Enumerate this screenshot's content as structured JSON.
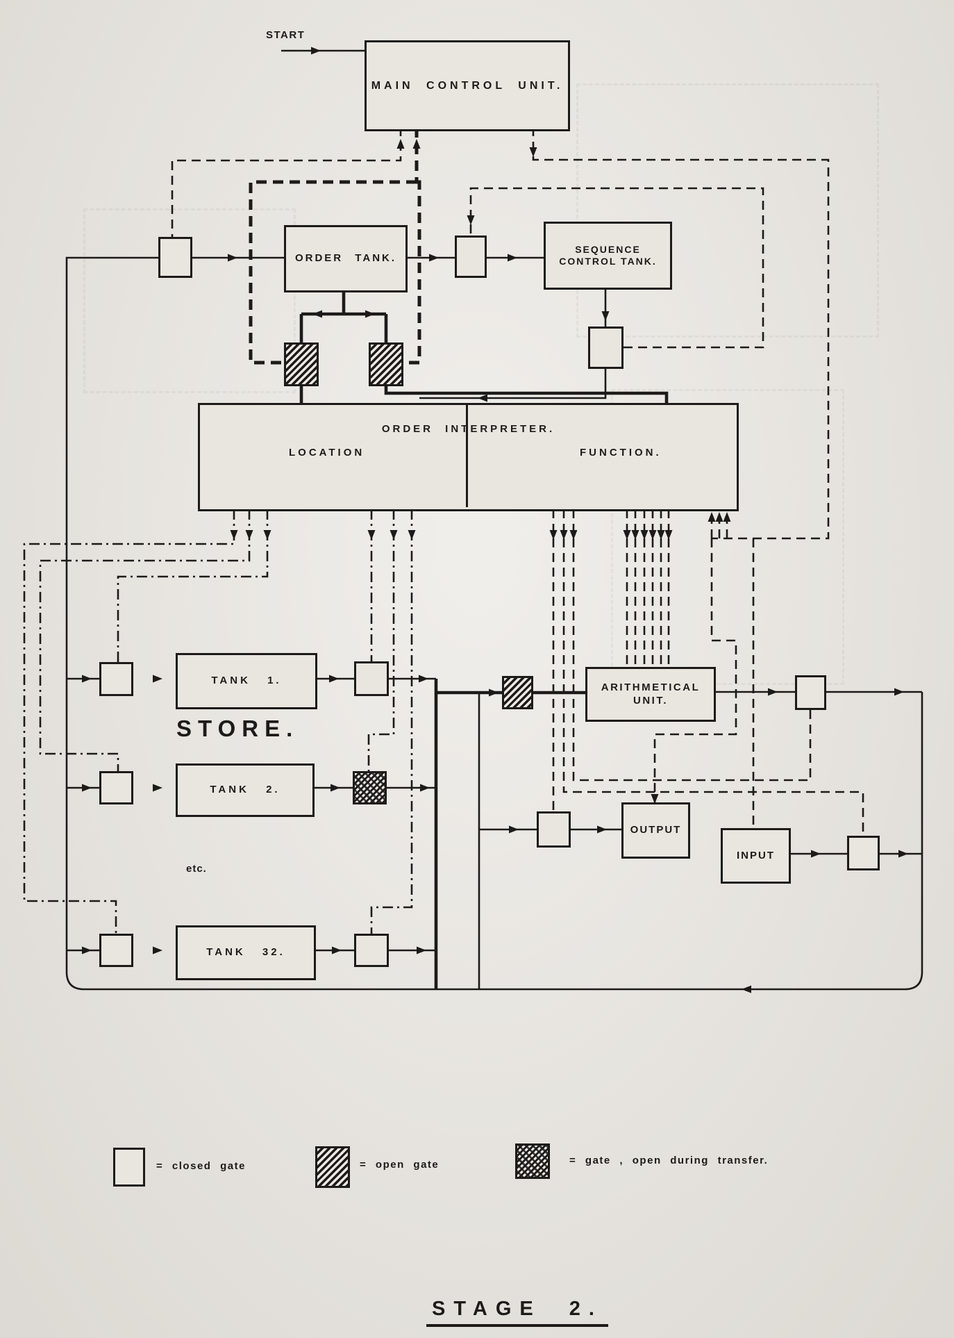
{
  "diagram": {
    "start": "START",
    "main_control_unit": "MAIN CONTROL UNIT.",
    "order_tank": "ORDER TANK.",
    "sequence_control_tank": [
      "SEQUENCE",
      "CONTROL TANK."
    ],
    "order_interpreter": "ORDER INTERPRETER.",
    "location": "LOCATION",
    "function": "FUNCTION.",
    "store_heading": "STORE.",
    "tank_1": "TANK 1.",
    "tank_2": "TANK 2.",
    "etc": "etc.",
    "tank_32": "TANK 32.",
    "arithmetical_unit": [
      "ARITHMETICAL",
      "UNIT."
    ],
    "output": "OUTPUT",
    "input": "INPUT"
  },
  "legend": {
    "closed_gate": "=  closed gate",
    "open_gate": "=  open gate",
    "transfer_gate": "=  gate , open during transfer."
  },
  "footer_title": "STAGE 2.",
  "colors": {
    "paper": "#e9e6e0",
    "ink": "#1c1b19"
  }
}
